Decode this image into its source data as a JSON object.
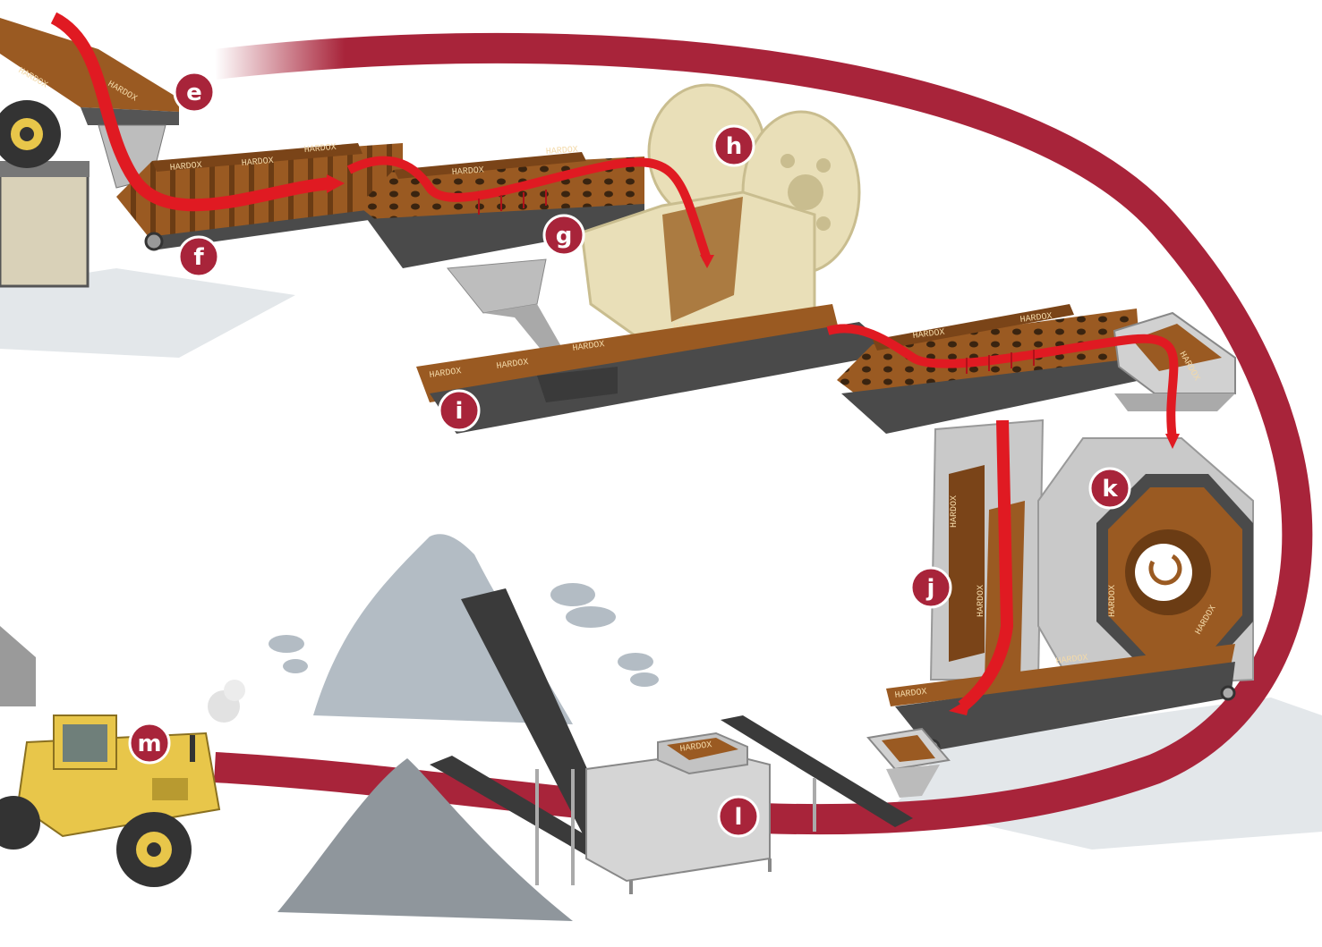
{
  "brand_text": "HARDOX",
  "colors": {
    "loop": "#a8243a",
    "flow_arrow": "#e01a22",
    "wear_plate": "#9a5a22",
    "steel_dark": "#4a4a4a",
    "steel_light": "#c8c8c8",
    "crusher": "#e9dfb8",
    "stockpile": "#a9b2bb",
    "loader": "#e8c64a"
  },
  "stations": [
    {
      "id": "e",
      "label": "e",
      "icon": "feed-hopper-icon"
    },
    {
      "id": "f",
      "label": "f",
      "icon": "grizzly-feeder-icon"
    },
    {
      "id": "g",
      "label": "g",
      "icon": "screen-deck-icon"
    },
    {
      "id": "h",
      "label": "h",
      "icon": "jaw-crusher-icon"
    },
    {
      "id": "i",
      "label": "i",
      "icon": "conveyor-icon"
    },
    {
      "id": "j",
      "label": "j",
      "icon": "chute-icon"
    },
    {
      "id": "k",
      "label": "k",
      "icon": "impact-crusher-icon"
    },
    {
      "id": "l",
      "label": "l",
      "icon": "transfer-bin-icon"
    },
    {
      "id": "m",
      "label": "m",
      "icon": "wheel-loader-icon"
    }
  ]
}
